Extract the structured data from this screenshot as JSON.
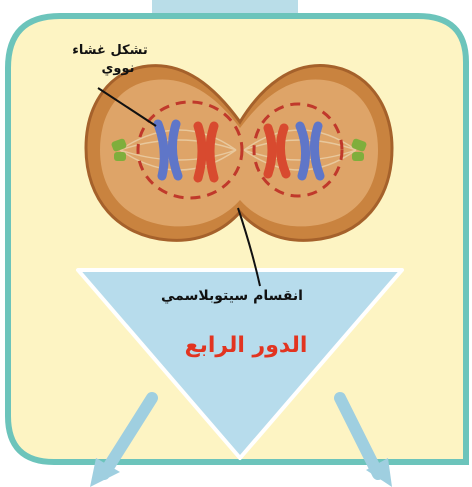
{
  "labels": {
    "nuclear_membrane": [
      "تشكل غشاء",
      "نووي"
    ],
    "cytokinesis": "انقسام سيتوبلاسمي",
    "stage_title": "الدور الرابع"
  },
  "colors": {
    "frame_border": "#6cc4bb",
    "frame_fill": "#fdf4c3",
    "top_strip": "#b9dde8",
    "arrow_fill": "#b7dcec",
    "arrow_stroke": "#ffffff",
    "cell_outer": "#c9833f",
    "cell_inner": "#dea468",
    "cell_rim": "#a5612b",
    "nucleus_dash": "#c0392b",
    "chrom_blue": "#5f76c8",
    "chrom_red": "#d84a2f",
    "centriole": "#7fae3c",
    "title_red": "#e23420",
    "text_dark": "#111111"
  },
  "icons": {
    "cell": "dividing-cell-illustration",
    "arrow": "down-triangle-arrow",
    "outputs": "diagonal-output-arrows"
  }
}
